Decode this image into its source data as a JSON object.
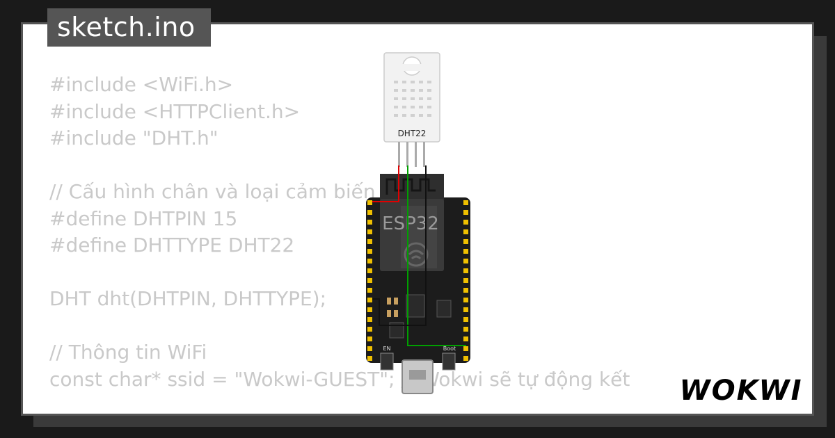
{
  "file_tab": {
    "title": "sketch.ino"
  },
  "code_lines": [
    "#include <WiFi.h>",
    "#include <HTTPClient.h>",
    "#include \"DHT.h\"",
    "",
    "// Cấu hình chân và loại cảm biến",
    "#define DHTPIN 15",
    "#define DHTTYPE DHT22",
    "",
    "DHT dht(DHTPIN, DHTTYPE);",
    "",
    "// Thông tin WiFi",
    "const char* ssid = \"Wokwi-GUEST\"; // Wokwi sẽ tự động kết"
  ],
  "sensor": {
    "label": "DHT22"
  },
  "board": {
    "label": "ESP32",
    "en_label": "EN",
    "boot_label": "Boot"
  },
  "brand": {
    "logo_name": "wokwi-logo",
    "text": "WOKWI"
  },
  "wires": {
    "vcc_color": "#e00000",
    "data_color": "#00a000",
    "gnd_color": "#111111"
  }
}
